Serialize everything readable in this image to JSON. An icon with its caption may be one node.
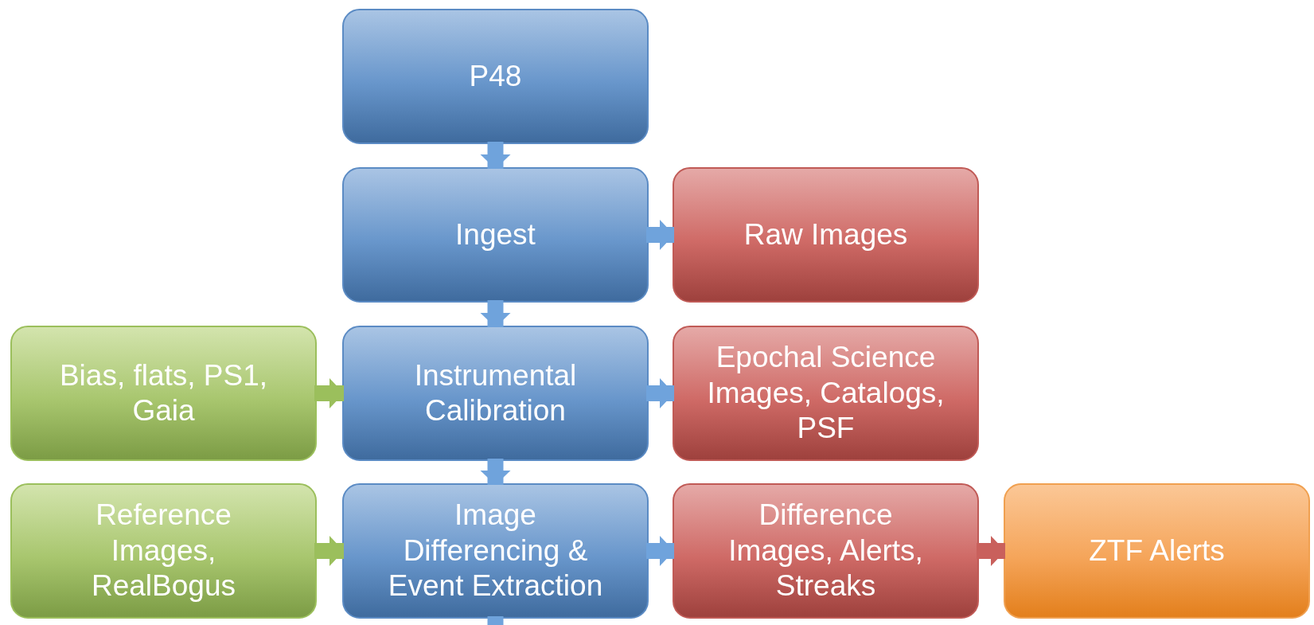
{
  "diagram": {
    "nodes": [
      {
        "text": [
          "P48"
        ]
      },
      {
        "text": [
          "Ingest"
        ]
      },
      {
        "text": [
          "Raw Images"
        ]
      },
      {
        "text": [
          "Bias, flats, PS1, Gaia"
        ]
      },
      {
        "text": [
          "Instrumental Calibration"
        ]
      },
      {
        "text": [
          "Epochal Science Images, Catalogs, PSF"
        ]
      },
      {
        "text": [
          "Reference Images, RealBogus"
        ]
      },
      {
        "text": [
          "Image Differencing & Event Extraction"
        ]
      },
      {
        "text": [
          "Difference Images, Alerts, Streaks"
        ]
      },
      {
        "text": [
          "ZTF Alerts"
        ]
      }
    ],
    "edges": [
      {
        "from": 0,
        "to": 1,
        "arrow": "to"
      },
      {
        "from": 1,
        "to": 2,
        "arrow": "to"
      },
      {
        "from": 1,
        "to": 4,
        "arrow": "to"
      },
      {
        "from": 3,
        "to": 4,
        "arrow": "to",
        "color": "#9bbf5c"
      },
      {
        "from": 4,
        "to": 5,
        "arrow": "to"
      },
      {
        "from": 4,
        "to": 7,
        "arrow": "to"
      },
      {
        "from": 6,
        "to": 7,
        "arrow": "to",
        "color": "#9bbf5c"
      },
      {
        "from": 7,
        "to": 8,
        "arrow": "to"
      },
      {
        "from": 8,
        "to": 9,
        "arrow": "to",
        "color": "#c9605c"
      },
      {
        "from": 7,
        "to": null,
        "arrow": "none"
      }
    ]
  }
}
